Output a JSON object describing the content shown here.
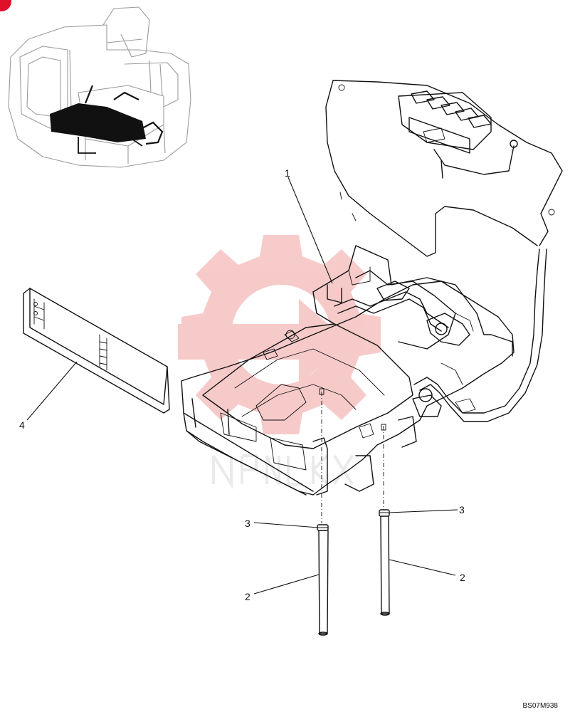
{
  "diagram": {
    "callouts": [
      {
        "id": "1",
        "label": "1"
      },
      {
        "id": "2a",
        "label": "2"
      },
      {
        "id": "2b",
        "label": "2"
      },
      {
        "id": "3a",
        "label": "3"
      },
      {
        "id": "3b",
        "label": "3"
      },
      {
        "id": "4",
        "label": "4"
      }
    ],
    "drawing_code": "BS07M938",
    "watermark_color": "#f2a0a0",
    "corner_badge_color": "#e0102a"
  }
}
